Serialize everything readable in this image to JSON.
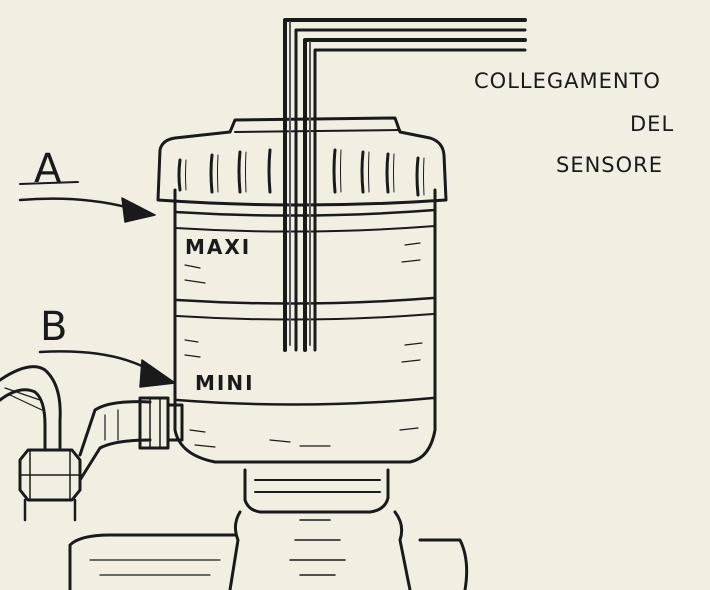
{
  "labels": {
    "a": "A",
    "b": "B",
    "maxi": "MAXI",
    "mini": "MINI"
  },
  "caption": {
    "line1": "COLLEGAMENTO",
    "line2": "DEL",
    "line3": "SENSORE"
  },
  "colors": {
    "paper": "#f2efe2",
    "ink": "#1a1a1a"
  }
}
